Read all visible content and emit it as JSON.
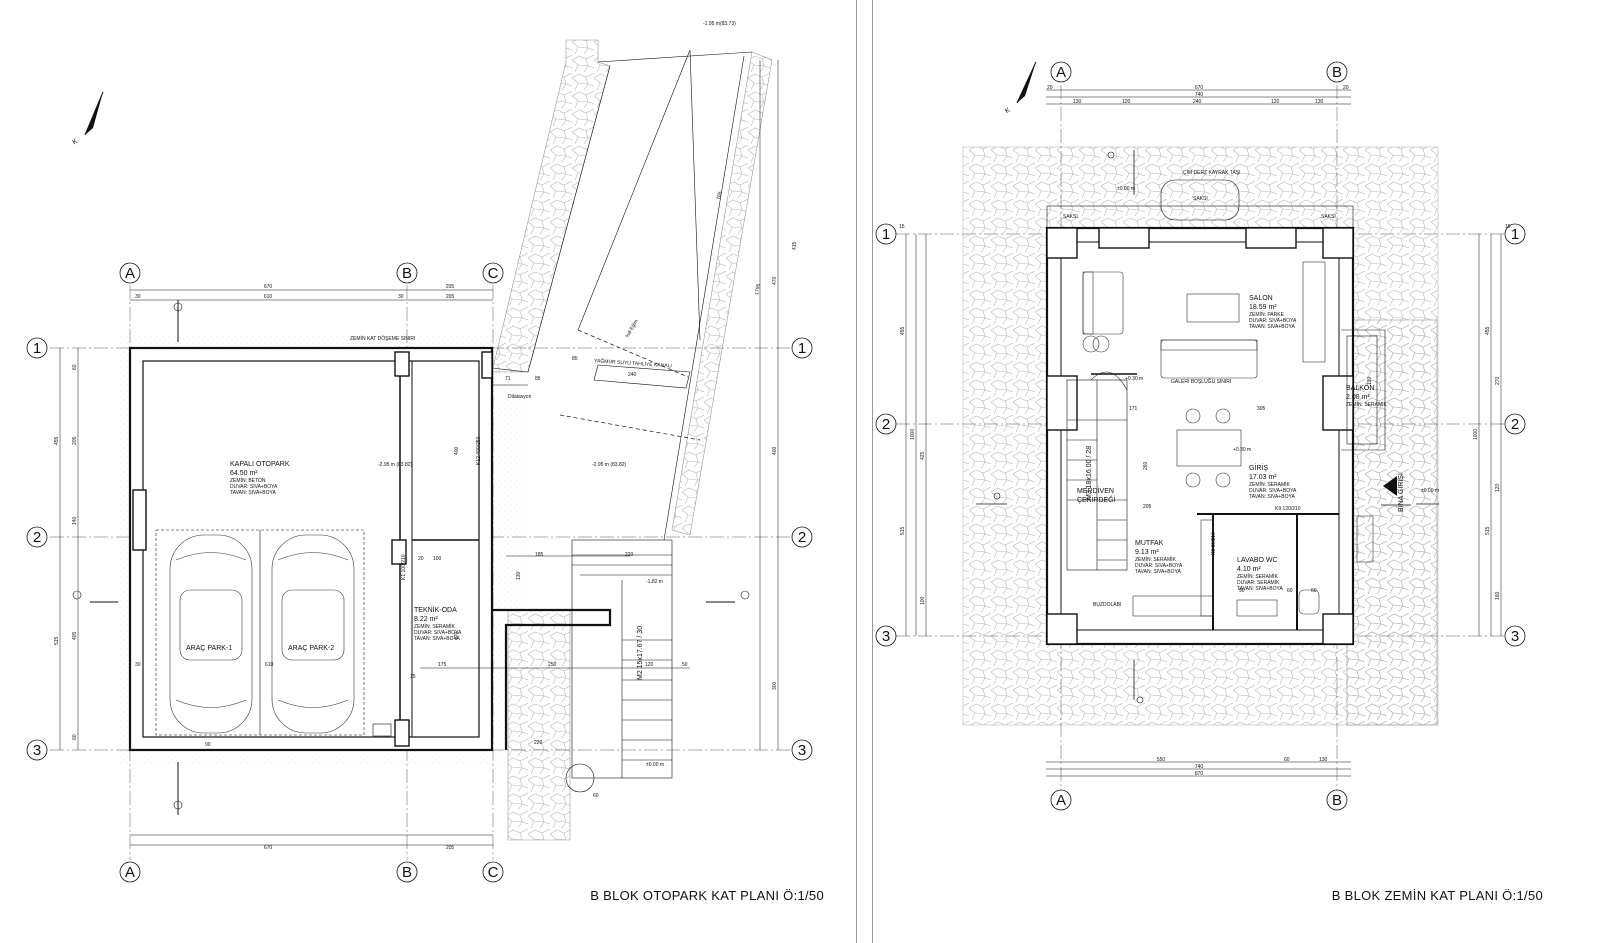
{
  "left_plan": {
    "title": "B BLOK OTOPARK KAT PLANI Ö:1/50",
    "north_label": "K",
    "axes_vertical": [
      "A",
      "B",
      "C"
    ],
    "axes_horizontal": [
      "1",
      "2",
      "3"
    ],
    "dims_top": [
      "670",
      "610",
      "205",
      "30",
      "30",
      "205"
    ],
    "dims_left": [
      "455",
      "515",
      "60",
      "205",
      "140",
      "405",
      "60"
    ],
    "dims_bottom": [
      "670",
      "205"
    ],
    "dims_right": [
      "470",
      "400",
      "415",
      "300",
      "785",
      "1795"
    ],
    "rooms": [
      {
        "name": "KAPALI OTOPARK",
        "area": "64.50 m²",
        "finish": "ZEMİN: BETON\nDUVAR: SIVA+BOYA\nTAVAN: SIVA+BOYA"
      },
      {
        "name": "TEKNİK-ODA",
        "area": "8.22 m²",
        "finish": "ZEMİN: SERAMİK\nDUVAR: SIVA+BOYA\nTAVAN: SIVA+BOYA"
      }
    ],
    "parking": [
      "ARAÇ PARK-1",
      "ARAÇ PARK-2"
    ],
    "stair_label": "M2 15x17.67 / 30",
    "labels": [
      "YAĞMUR SUYU TAHLİYE KANALI",
      "%8 Eğim",
      "Dilatasyon",
      "K1 100/210",
      "K12 400/250",
      "ZEMİN KAT DÖŞEME SINIRI"
    ],
    "levels": [
      "-2.95 m (83.82)",
      "-2.95 m (83.82)",
      "-1.82 m",
      "±0.00 m",
      "-1.95 m(83.73)"
    ],
    "misc_dims": [
      "71",
      "85",
      "240",
      "85",
      "185",
      "220",
      "130",
      "175",
      "250",
      "50",
      "120",
      "220",
      "60",
      "90",
      "100",
      "20",
      "15",
      "400",
      "470",
      "610",
      "30"
    ]
  },
  "right_plan": {
    "title": "B BLOK  ZEMİN KAT PLANI Ö:1/50",
    "north_label": "K",
    "axes_vertical": [
      "A",
      "B"
    ],
    "axes_horizontal": [
      "1",
      "2",
      "3"
    ],
    "dims_top": [
      "670",
      "740",
      "130",
      "120",
      "240",
      "120",
      "130",
      "20",
      "20"
    ],
    "dims_bottom": [
      "550",
      "740",
      "870",
      "60",
      "130"
    ],
    "dims_left": [
      "455",
      "515",
      "1000",
      "425",
      "100",
      "15"
    ],
    "dims_right": [
      "455",
      "515",
      "1000",
      "270",
      "160",
      "120",
      "15"
    ],
    "rooms": [
      {
        "name": "SALON",
        "area": "18.59 m²",
        "finish": "ZEMİN: PARKE\nDUVAR: SIVA+BOYA\nTAVAN: SIVA+BOYA"
      },
      {
        "name": "BALKON",
        "area": "2.08 m²",
        "finish": "ZEMİN: SERAMİK"
      },
      {
        "name": "GİRİŞ",
        "area": "17.03 m²",
        "finish": "ZEMİN: SERAMİK\nDUVAR: SIVA+BOYA\nTAVAN: SIVA+BOYA"
      },
      {
        "name": "MUTFAK",
        "area": "9.13 m²",
        "finish": "ZEMİN: SERAMİK\nDUVAR: SIVA+BOYA\nTAVAN: SIVA+BOYA"
      },
      {
        "name": "LAVABO WC",
        "area": "4.10 m²",
        "finish": "ZEMİN: SERAMİK\nDUVAR: SERAMİK\nTAVAN: SIVA+BOYA"
      }
    ],
    "stair_label": "M3 18x16.00 / 28",
    "stair_core": [
      "MERDİVEN",
      "ÇEKİRDEĞİ"
    ],
    "entry_label": "BİNA GİRİŞİ",
    "labels": [
      "K9 120/210",
      "K3 90/210",
      "ÇİM DERZ KAYRAK TAŞI",
      "SAKSI",
      "SAKSI",
      "SAKSI",
      "GALERİ BOŞLUĞU SINIRI",
      "BUZDOLABI"
    ],
    "levels": [
      "±0.00 m",
      "+0.30 m",
      "+0.30 m",
      "±0.00 m"
    ],
    "misc_dims": [
      "171",
      "305",
      "205",
      "260",
      "90",
      "60",
      "60",
      "130"
    ]
  }
}
